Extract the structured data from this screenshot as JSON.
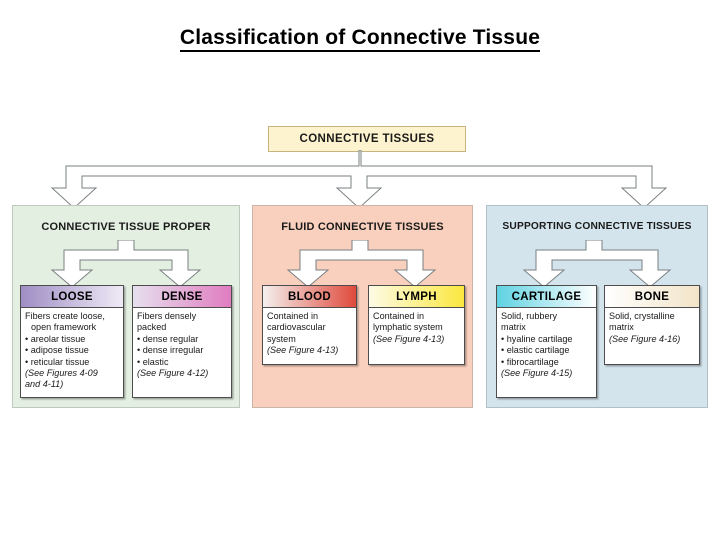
{
  "slide": {
    "title": "Classification of Connective Tissue"
  },
  "diagram": {
    "root": {
      "label": "CONNECTIVE TISSUES",
      "color": "#fdf3cf"
    },
    "panels": [
      {
        "id": "proper",
        "title": "CONNECTIVE TISSUE PROPER",
        "color": "#e3efe1",
        "leaves": [
          {
            "id": "loose",
            "header": "LOOSE",
            "header_color": "#9f8ec4",
            "lines": [
              "Fibers create loose,",
              "open framework"
            ],
            "bullets": [
              "areolar tissue",
              "adipose tissue",
              "reticular tissue"
            ],
            "reference": [
              "(See Figures 4-09",
              "and 4-11)"
            ]
          },
          {
            "id": "dense",
            "header": "DENSE",
            "header_color": "#e07cc0",
            "lines": [
              "Fibers densely",
              "packed"
            ],
            "bullets": [
              "dense regular",
              "dense irregular",
              "elastic"
            ],
            "reference": [
              "(See Figure 4-12)"
            ]
          }
        ]
      },
      {
        "id": "fluid",
        "title": "FLUID CONNECTIVE TISSUES",
        "color": "#f9cfbd",
        "leaves": [
          {
            "id": "blood",
            "header": "BLOOD",
            "header_color": "#df4a3c",
            "lines": [
              "Contained in",
              "cardiovascular",
              "system"
            ],
            "bullets": [],
            "reference": [
              "(See Figure 4-13)"
            ]
          },
          {
            "id": "lymph",
            "header": "LYMPH",
            "header_color": "#fbe73f",
            "lines": [
              "Contained in",
              "lymphatic system"
            ],
            "bullets": [],
            "reference": [
              "(See Figure 4-13)"
            ]
          }
        ]
      },
      {
        "id": "supporting",
        "title": "SUPPORTING CONNECTIVE TISSUES",
        "color": "#d3e4ec",
        "leaves": [
          {
            "id": "cartilage",
            "header": "CARTILAGE",
            "header_color": "#5fd2e2",
            "lines": [
              "Solid, rubbery",
              "matrix"
            ],
            "bullets": [
              "hyaline cartilage",
              "elastic cartilage",
              "fibrocartilage"
            ],
            "reference": [
              "(See Figure 4-15)"
            ]
          },
          {
            "id": "bone",
            "header": "BONE",
            "header_color": "#f2e4c8",
            "lines": [
              "Solid, crystalline",
              "matrix"
            ],
            "bullets": [],
            "reference": [
              "(See Figure 4-16)"
            ]
          }
        ]
      }
    ]
  }
}
